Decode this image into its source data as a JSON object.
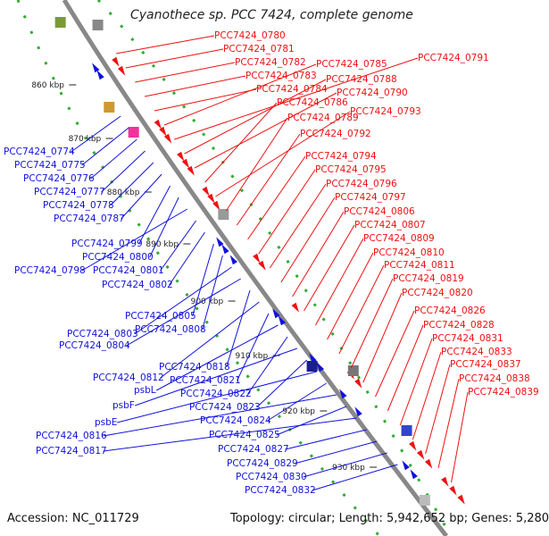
{
  "title": "Cyanothece sp. PCC 7424, complete genome",
  "footer": {
    "accession": "Accession: NC_011729",
    "summary": "Topology: circular; Length: 5,942,652 bp; Genes: 5,280"
  },
  "colors": {
    "forward_strand": "#ee1111",
    "reverse_strand": "#1111dd",
    "backbone": "#888888",
    "gc_skew_dots": "#33aa33",
    "other_feature": "#999999"
  },
  "kbp_ticks": [
    "860 kbp",
    "870 kbp",
    "880 kbp",
    "890 kbp",
    "900 kbp",
    "910 kbp",
    "920 kbp",
    "930 kbp"
  ],
  "forward_labels": [
    "PCC7424_0780",
    "PCC7424_0781",
    "PCC7424_0782",
    "PCC7424_0783",
    "PCC7424_0784",
    "PCC7424_0785",
    "PCC7424_0791",
    "PCC7424_0788",
    "PCC7424_0790",
    "PCC7424_0786",
    "PCC7424_0793",
    "PCC7424_0789",
    "PCC7424_0792",
    "PCC7424_0794",
    "PCC7424_0795",
    "PCC7424_0796",
    "PCC7424_0797",
    "PCC7424_0806",
    "PCC7424_0807",
    "PCC7424_0809",
    "PCC7424_0810",
    "PCC7424_0811",
    "PCC7424_0819",
    "PCC7424_0820",
    "PCC7424_0826",
    "PCC7424_0828",
    "PCC7424_0831",
    "PCC7424_0833",
    "PCC7424_0837",
    "PCC7424_0838",
    "PCC7424_0839"
  ],
  "reverse_labels": [
    "PCC7424_0774",
    "PCC7424_0775",
    "PCC7424_0776",
    "PCC7424_0777",
    "PCC7424_0778",
    "PCC7424_0787",
    "PCC7424_0799",
    "PCC7424_0800",
    "PCC7424_0798",
    "PCC7424_0801",
    "PCC7424_0802",
    "PCC7424_0805",
    "PCC7424_0808",
    "PCC7424_0803",
    "PCC7424_0804",
    "PCC7424_0818",
    "PCC7424_0812",
    "PCC7424_0821",
    "psbL",
    "PCC7424_0822",
    "psbF",
    "PCC7424_0823",
    "psbE",
    "PCC7424_0824",
    "PCC7424_0816",
    "PCC7424_0825",
    "PCC7424_0817",
    "PCC7424_0827",
    "PCC7424_0829",
    "PCC7424_0830",
    "PCC7424_0832"
  ]
}
